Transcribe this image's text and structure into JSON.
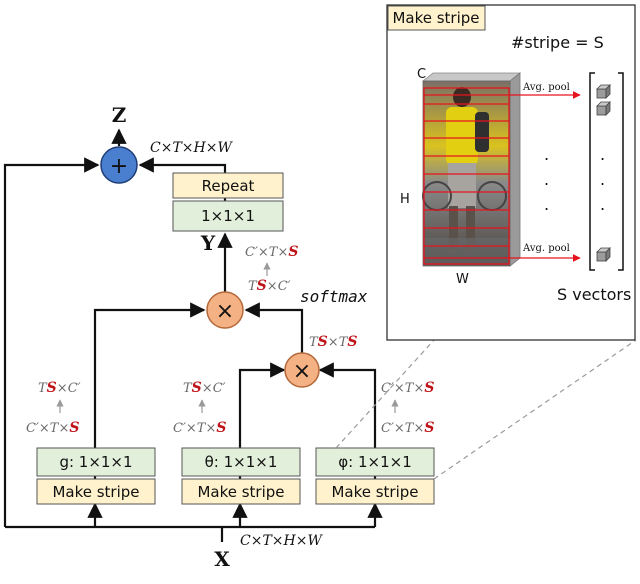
{
  "inputs": {
    "x": "X",
    "y": "Y",
    "z": "Z"
  },
  "dims": {
    "input": "C×T×H×W",
    "output": "C×T×H×W"
  },
  "boxes": {
    "repeat": "Repeat",
    "conv_y": "1×1×1",
    "g_conv": "g: 1×1×1",
    "theta_conv": "θ: 1×1×1",
    "phi_conv": "φ: 1×1×1",
    "make_stripe": "Make stripe"
  },
  "ops": {
    "add": "+",
    "mul": "×",
    "softmax": "softmax"
  },
  "shapes": {
    "g_before_pre": "C′×T×",
    "g_after_pre": "T",
    "g_after_post": "×C′",
    "theta_before_pre": "C′×T×",
    "theta_after_pre": "T",
    "theta_after_post": "×C′",
    "phi_before_pre": "C′×T×",
    "phi_after_pre": "C′×T×",
    "tsts_pre": "T",
    "tsts_mid": "×T",
    "y_before_pre": "T",
    "y_before_post": "×C′",
    "y_after_pre": "C′×T×",
    "s": "S"
  },
  "panel": {
    "title": "Make stripe",
    "stripe_eq": "#stripe = S",
    "label_c": "C",
    "label_h": "H",
    "label_w": "W",
    "avg_pool": "Avg. pool",
    "s_vectors": "S vectors",
    "dots": "."
  },
  "colors": {
    "stripe_box": "#fff2cc",
    "conv_box": "#e2efda",
    "add_node": "#4a7fd0",
    "mul_node": "#f4b183",
    "accent_red": "#c0141b",
    "arrow_red": "#e6141e"
  }
}
